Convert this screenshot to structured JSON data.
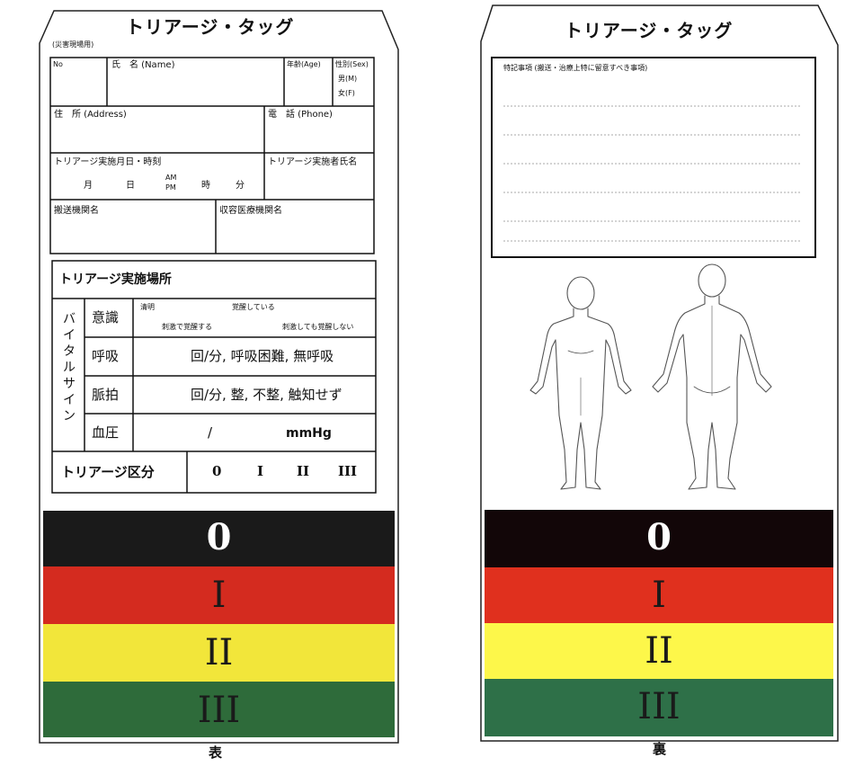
{
  "front": {
    "title": "トリアージ・タッグ",
    "disaster_site": "(災害現場用)",
    "fields": {
      "no": "No",
      "name": "氏　名 (Name)",
      "age": "年齢(Age)",
      "sex": "性別(Sex)",
      "male": "男(M)",
      "female": "女(F)",
      "address": "住　所 (Address)",
      "phone": "電　話 (Phone)",
      "triage_datetime": "トリアージ実施月日・時刻",
      "month": "月",
      "day": "日",
      "am": "AM",
      "pm": "PM",
      "hour": "時",
      "minute": "分",
      "triage_staff": "トリアージ実施者氏名",
      "transport_org": "搬送機関名",
      "receiving_hospital": "収容医療機関名"
    },
    "vitals": {
      "location": "トリアージ実施場所",
      "vital_signs": "バイタルサイン",
      "consciousness_label": "意識",
      "consciousness_clear": "清明",
      "consciousness_awake": "覚醒している",
      "consciousness_stim": "刺激で覚醒する",
      "consciousness_nostim": "刺激しても覚醒しない",
      "respiration_label": "呼吸",
      "respiration_value": "回/分, 呼吸困難, 無呼吸",
      "pulse_label": "脈拍",
      "pulse_value": "回/分, 整, 不整, 触知せず",
      "bp_label": "血圧",
      "bp_slash": "/",
      "bp_unit": "mmHg",
      "category_label": "トリアージ区分",
      "categories": [
        "0",
        "I",
        "II",
        "III"
      ]
    },
    "caption": "表"
  },
  "back": {
    "title": "トリアージ・タッグ",
    "notes_label": "特記事項 (搬送・治療上特に留意すべき事項)",
    "caption": "裏"
  },
  "bands": [
    {
      "label": "0",
      "color": "#1a1a1a"
    },
    {
      "label": "I",
      "color": "#d42b1f"
    },
    {
      "label": "II",
      "color": "#f2e63a"
    },
    {
      "label": "III",
      "color": "#2e6b3a"
    }
  ],
  "bands_back": [
    {
      "label": "0",
      "color": "#120608"
    },
    {
      "label": "I",
      "color": "#e0301e"
    },
    {
      "label": "II",
      "color": "#fdf74a"
    },
    {
      "label": "III",
      "color": "#2e7048"
    }
  ]
}
